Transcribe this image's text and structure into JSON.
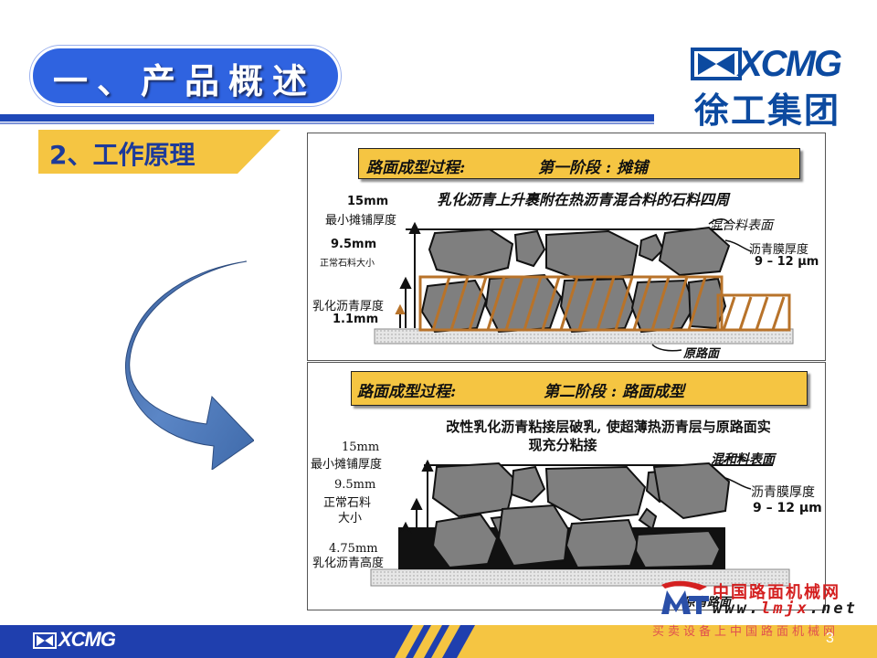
{
  "header": {
    "title": "一、产品概述",
    "brand_word": "XCMG",
    "brand_cn": "徐工集团"
  },
  "section": {
    "label": "2、工作原理"
  },
  "stage1": {
    "process": "路面成型过程:",
    "stage": "第一阶段 : 摊铺",
    "caption": "乳化沥青上升裹附在热沥青混合料的石料四周",
    "surface_label": "混合料表面",
    "film_label": "沥青膜厚度",
    "film_value": "9 – 12 μm",
    "min_thickness_value": "15mm",
    "min_thickness_label": "最小摊铺厚度",
    "stone_value": "9.5mm",
    "stone_label": "正常石料大小",
    "emulsion_label": "乳化沥青厚度",
    "emulsion_value": "1.1mm",
    "base_label": "原路面"
  },
  "stage2": {
    "process": "路面成型过程:",
    "stage": "第二阶段 : 路面成型",
    "caption_line1": "改性乳化沥青粘接层破乳, 使超薄热沥青层与原路面实",
    "caption_line2": "现充分粘接",
    "surface_label": "混和料表面",
    "film_label": "沥青膜厚度",
    "film_value": "9 – 12 μm",
    "min_thickness_value": "15mm",
    "min_thickness_label": "最小摊铺厚度",
    "stone_value": "9.5mm",
    "stone_label_1": "正常石料",
    "stone_label_2": "大小",
    "emulsion_value": "4.75mm",
    "emulsion_label": "乳化沥青高度",
    "base_label": "原有路面"
  },
  "footer": {
    "brand_word": "XCMG",
    "page_number": "3"
  },
  "watermark": {
    "site_name": "中国路面机械网",
    "url_prefix": "www.",
    "url_domain": "lmjx",
    "url_suffix": ".net",
    "slogan": "买卖设备上中国路面机械网"
  },
  "colors": {
    "title_blue": "#2f63e0",
    "brand_blue": "#0c4aa0",
    "banner_yellow": "#f5c542",
    "footer_blue": "#1f3fae",
    "stone_gray": "#8a8a8a",
    "emulsion_brown": "#b8732a",
    "watermark_red": "#d42020"
  }
}
